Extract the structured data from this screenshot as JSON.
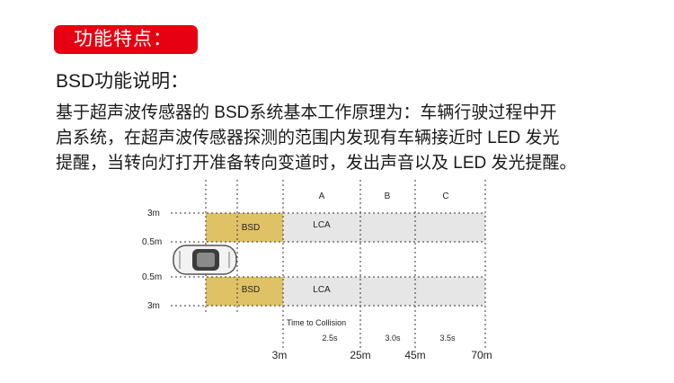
{
  "badge": {
    "label": "功能特点："
  },
  "section": {
    "title": "BSD功能说明：",
    "lines": [
      "基于超声波传感器的 BSD系统基本工作原理为：车辆行驶过程中开",
      "启系统，在超声波传感器探测的范围内发现有车辆接近时 LED 发光",
      "提醒，当转向灯打开准备转向变道时，发出声音以及 LED 发光提醒。"
    ]
  },
  "diagram": {
    "zone_headers": [
      "A",
      "B",
      "C"
    ],
    "lane_labels": [
      "3m",
      "0.5m",
      "0.5m",
      "3m"
    ],
    "bsd_label": "BSD",
    "lca_label": "LCA",
    "ttc_label": "Time to Collision",
    "ttc_values": [
      "2.5s",
      "3.0s",
      "3.5s"
    ],
    "distances": [
      "3m",
      "25m",
      "45m",
      "70m"
    ],
    "colors": {
      "bsd_fill": "#e0c266",
      "lca_fill": "#e6e6e6",
      "accent": "#e60012"
    }
  }
}
